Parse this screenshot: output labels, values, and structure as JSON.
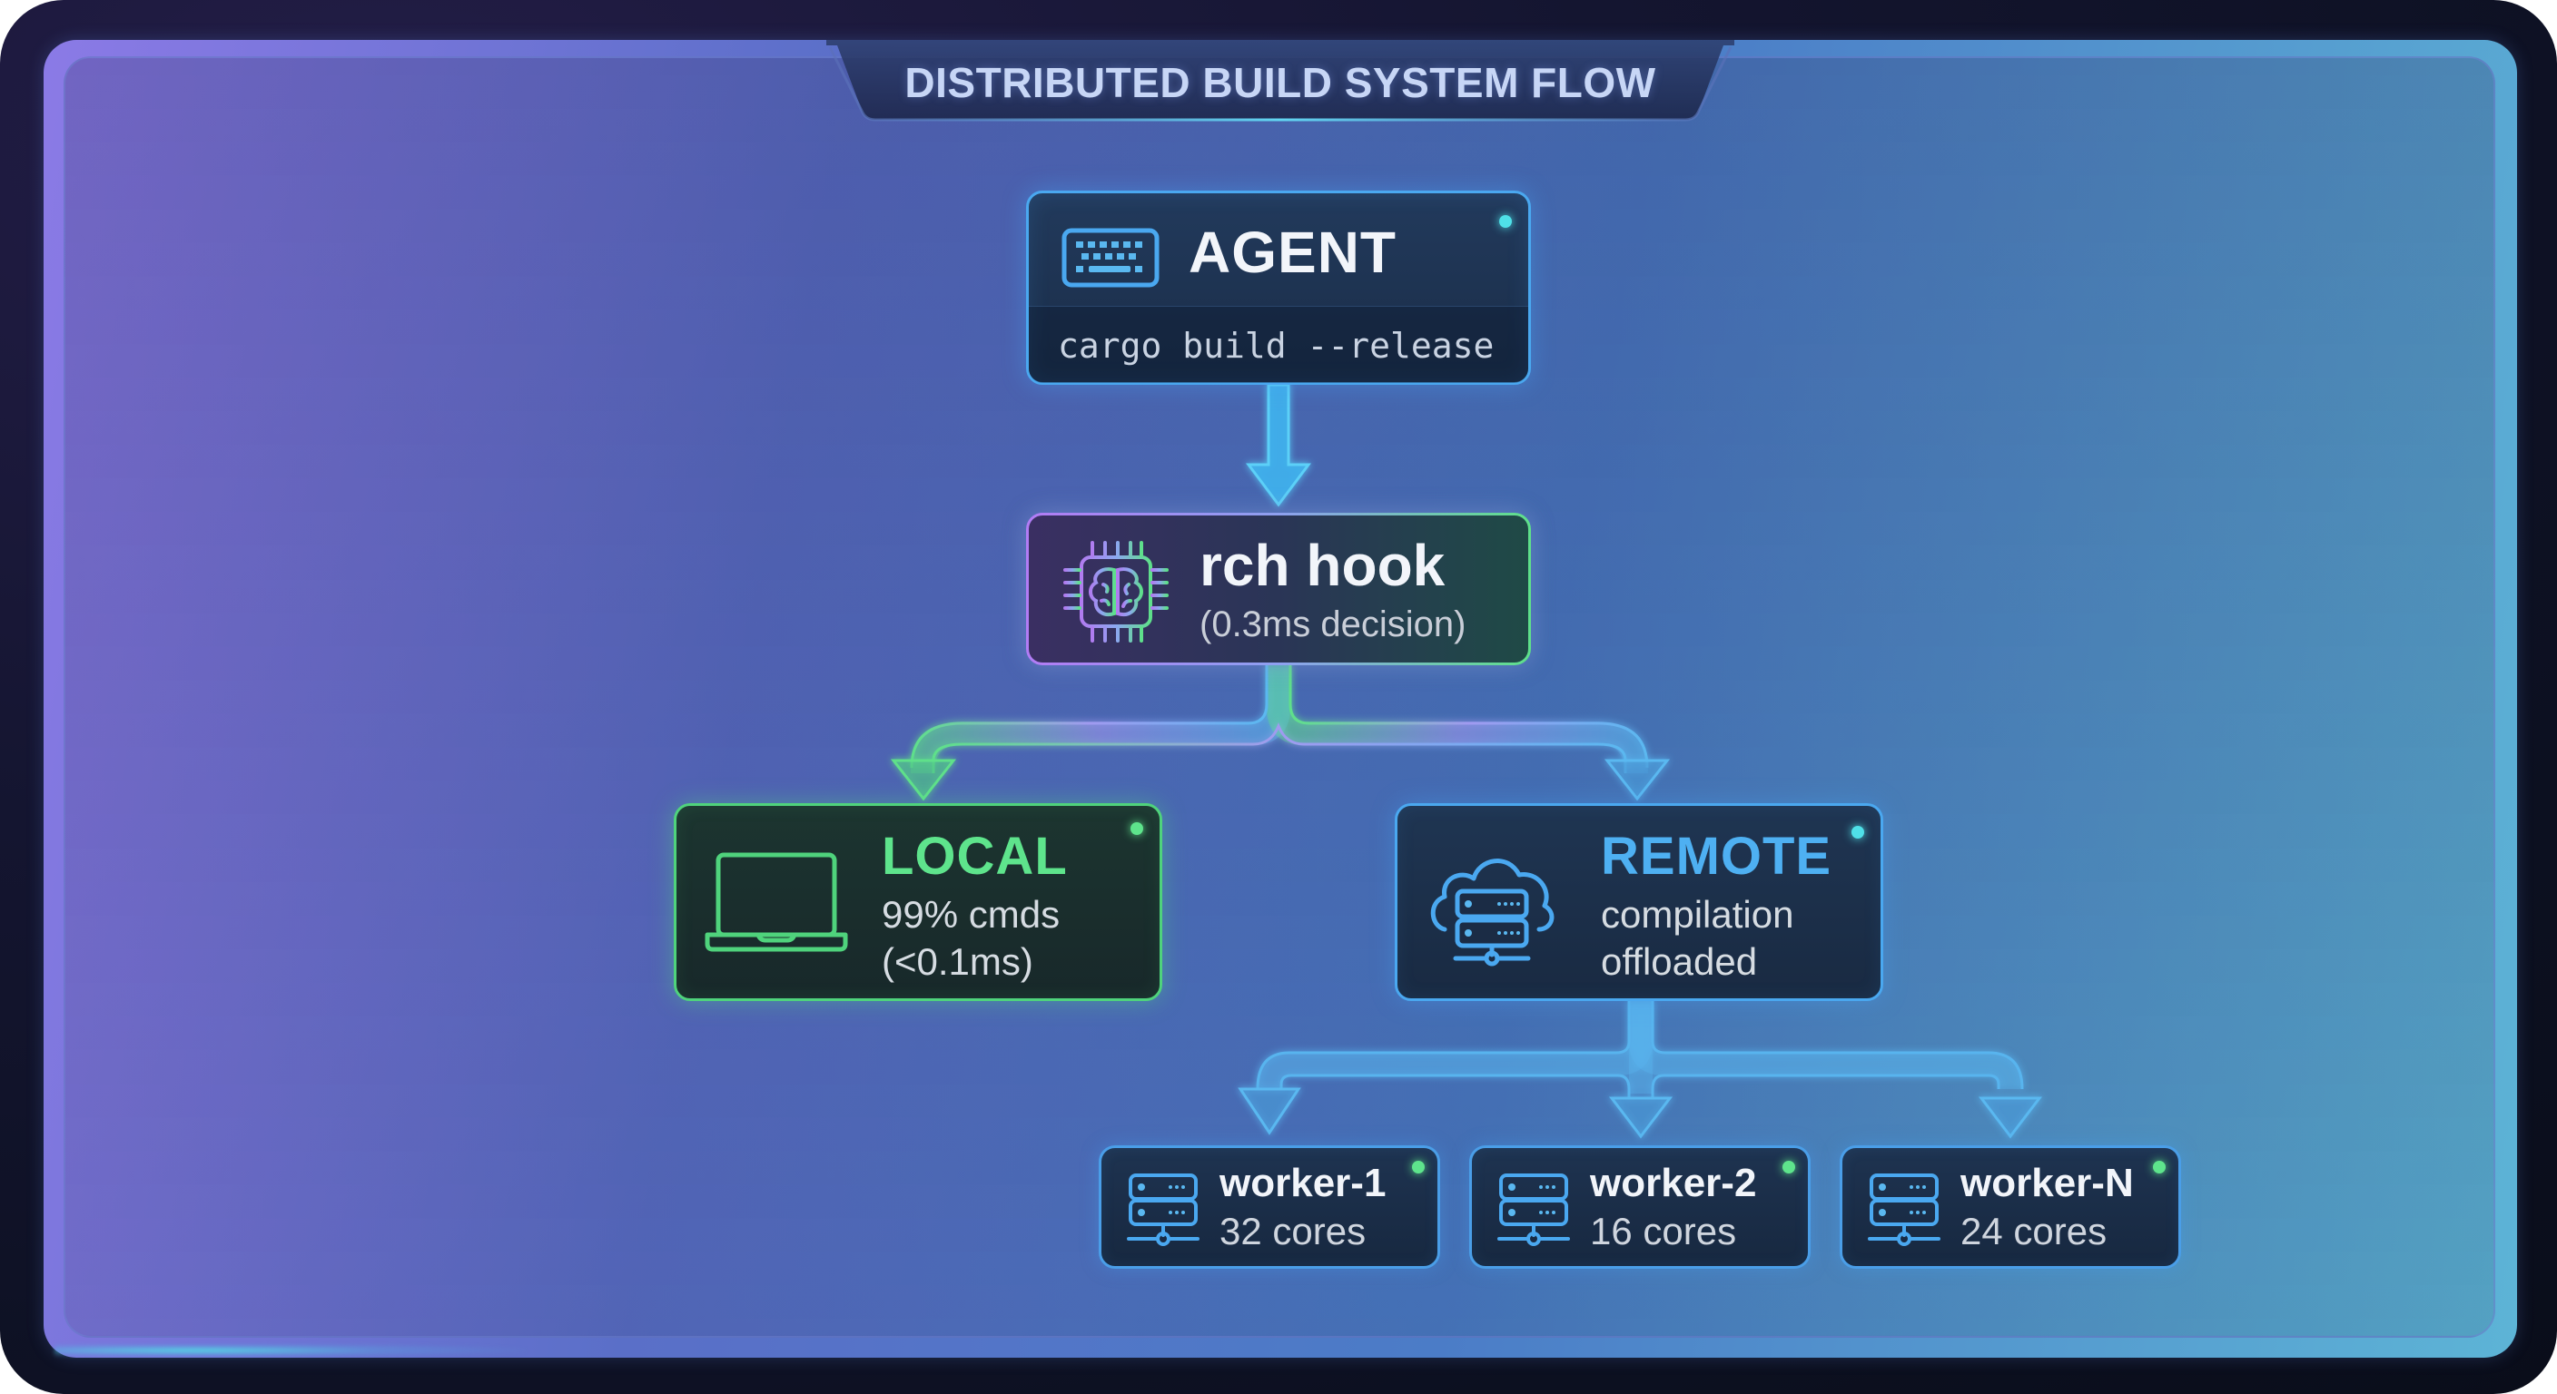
{
  "title": "DISTRIBUTED BUILD SYSTEM FLOW",
  "agent": {
    "label": "AGENT",
    "command": "cargo build --release",
    "icon": "keyboard-icon",
    "status": "online"
  },
  "hook": {
    "label": "rch hook",
    "detail": "(0.3ms decision)",
    "icon": "brain-chip-icon"
  },
  "local": {
    "label": "LOCAL",
    "line1": "99% cmds",
    "line2": "(<0.1ms)",
    "icon": "laptop-icon",
    "status": "online"
  },
  "remote": {
    "label": "REMOTE",
    "line1": "compilation",
    "line2": "offloaded",
    "icon": "cloud-server-icon",
    "status": "online"
  },
  "workers": [
    {
      "name": "worker-1",
      "cores": "32 cores",
      "icon": "server-icon",
      "status": "online"
    },
    {
      "name": "worker-2",
      "cores": "16 cores",
      "icon": "server-icon",
      "status": "online"
    },
    {
      "name": "worker-N",
      "cores": "24 cores",
      "icon": "server-icon",
      "status": "online"
    }
  ],
  "colors": {
    "agent_accent": "#4aa8f0",
    "hook_gradient_start": "#b27cf5",
    "hook_gradient_end": "#5ee08a",
    "local_accent": "#5ee48c",
    "remote_accent": "#4eb0f2",
    "status_cyan": "#4fe0e8",
    "status_green": "#5ee48c",
    "title_text": "#c7d6f6"
  }
}
